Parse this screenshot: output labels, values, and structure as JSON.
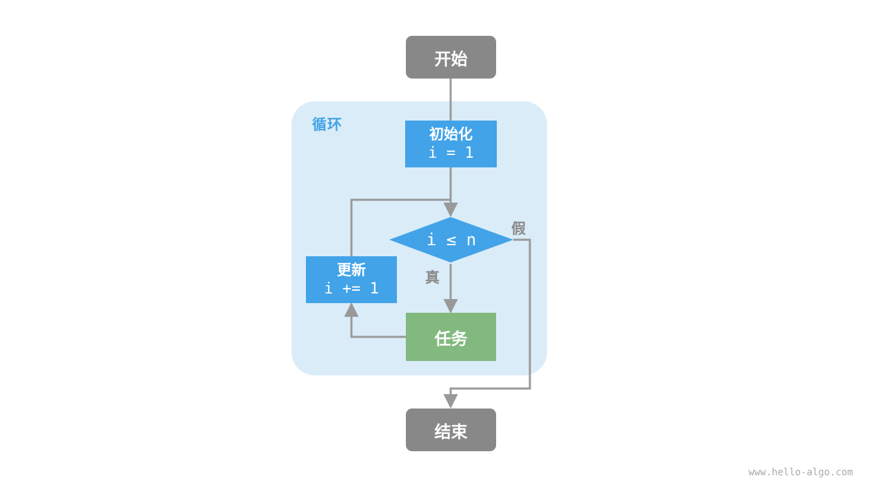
{
  "region": {
    "label": "循环"
  },
  "nodes": {
    "start": "开始",
    "init": {
      "title": "初始化",
      "code": "i = 1"
    },
    "condition": "i ≤ n",
    "update": {
      "title": "更新",
      "code": "i += 1"
    },
    "task": "任务",
    "end": "结束"
  },
  "branches": {
    "true": "真",
    "false": "假"
  },
  "watermark": "www.hello-algo.com"
}
